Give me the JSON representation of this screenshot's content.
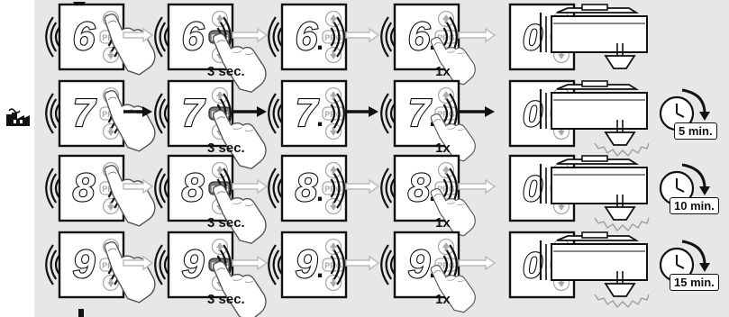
{
  "rows": [
    {
      "digit": "6",
      "step_arrow": "light",
      "timer": ""
    },
    {
      "digit": "7",
      "step_arrow": "dark",
      "timer": "5 min."
    },
    {
      "digit": "8",
      "step_arrow": "light",
      "timer": "10 min."
    },
    {
      "digit": "9",
      "step_arrow": "light",
      "timer": "15 min."
    }
  ],
  "press_duration_label": "3 sec.",
  "press_count_label": "1x",
  "reset_digit": "0",
  "button_label": "PRG",
  "colors": {
    "panel": "#e7e7e7",
    "ink": "#111111",
    "dark_arrow": "#111111",
    "light_arrow": "#bcbcbc",
    "ghost_digit": "#ffffff"
  },
  "icons": [
    "factory-icon",
    "up-arrow-icon",
    "down-arrow-icon",
    "finger-press-icon",
    "vibration-waves-icon",
    "lamp-icon",
    "clock-icon"
  ]
}
